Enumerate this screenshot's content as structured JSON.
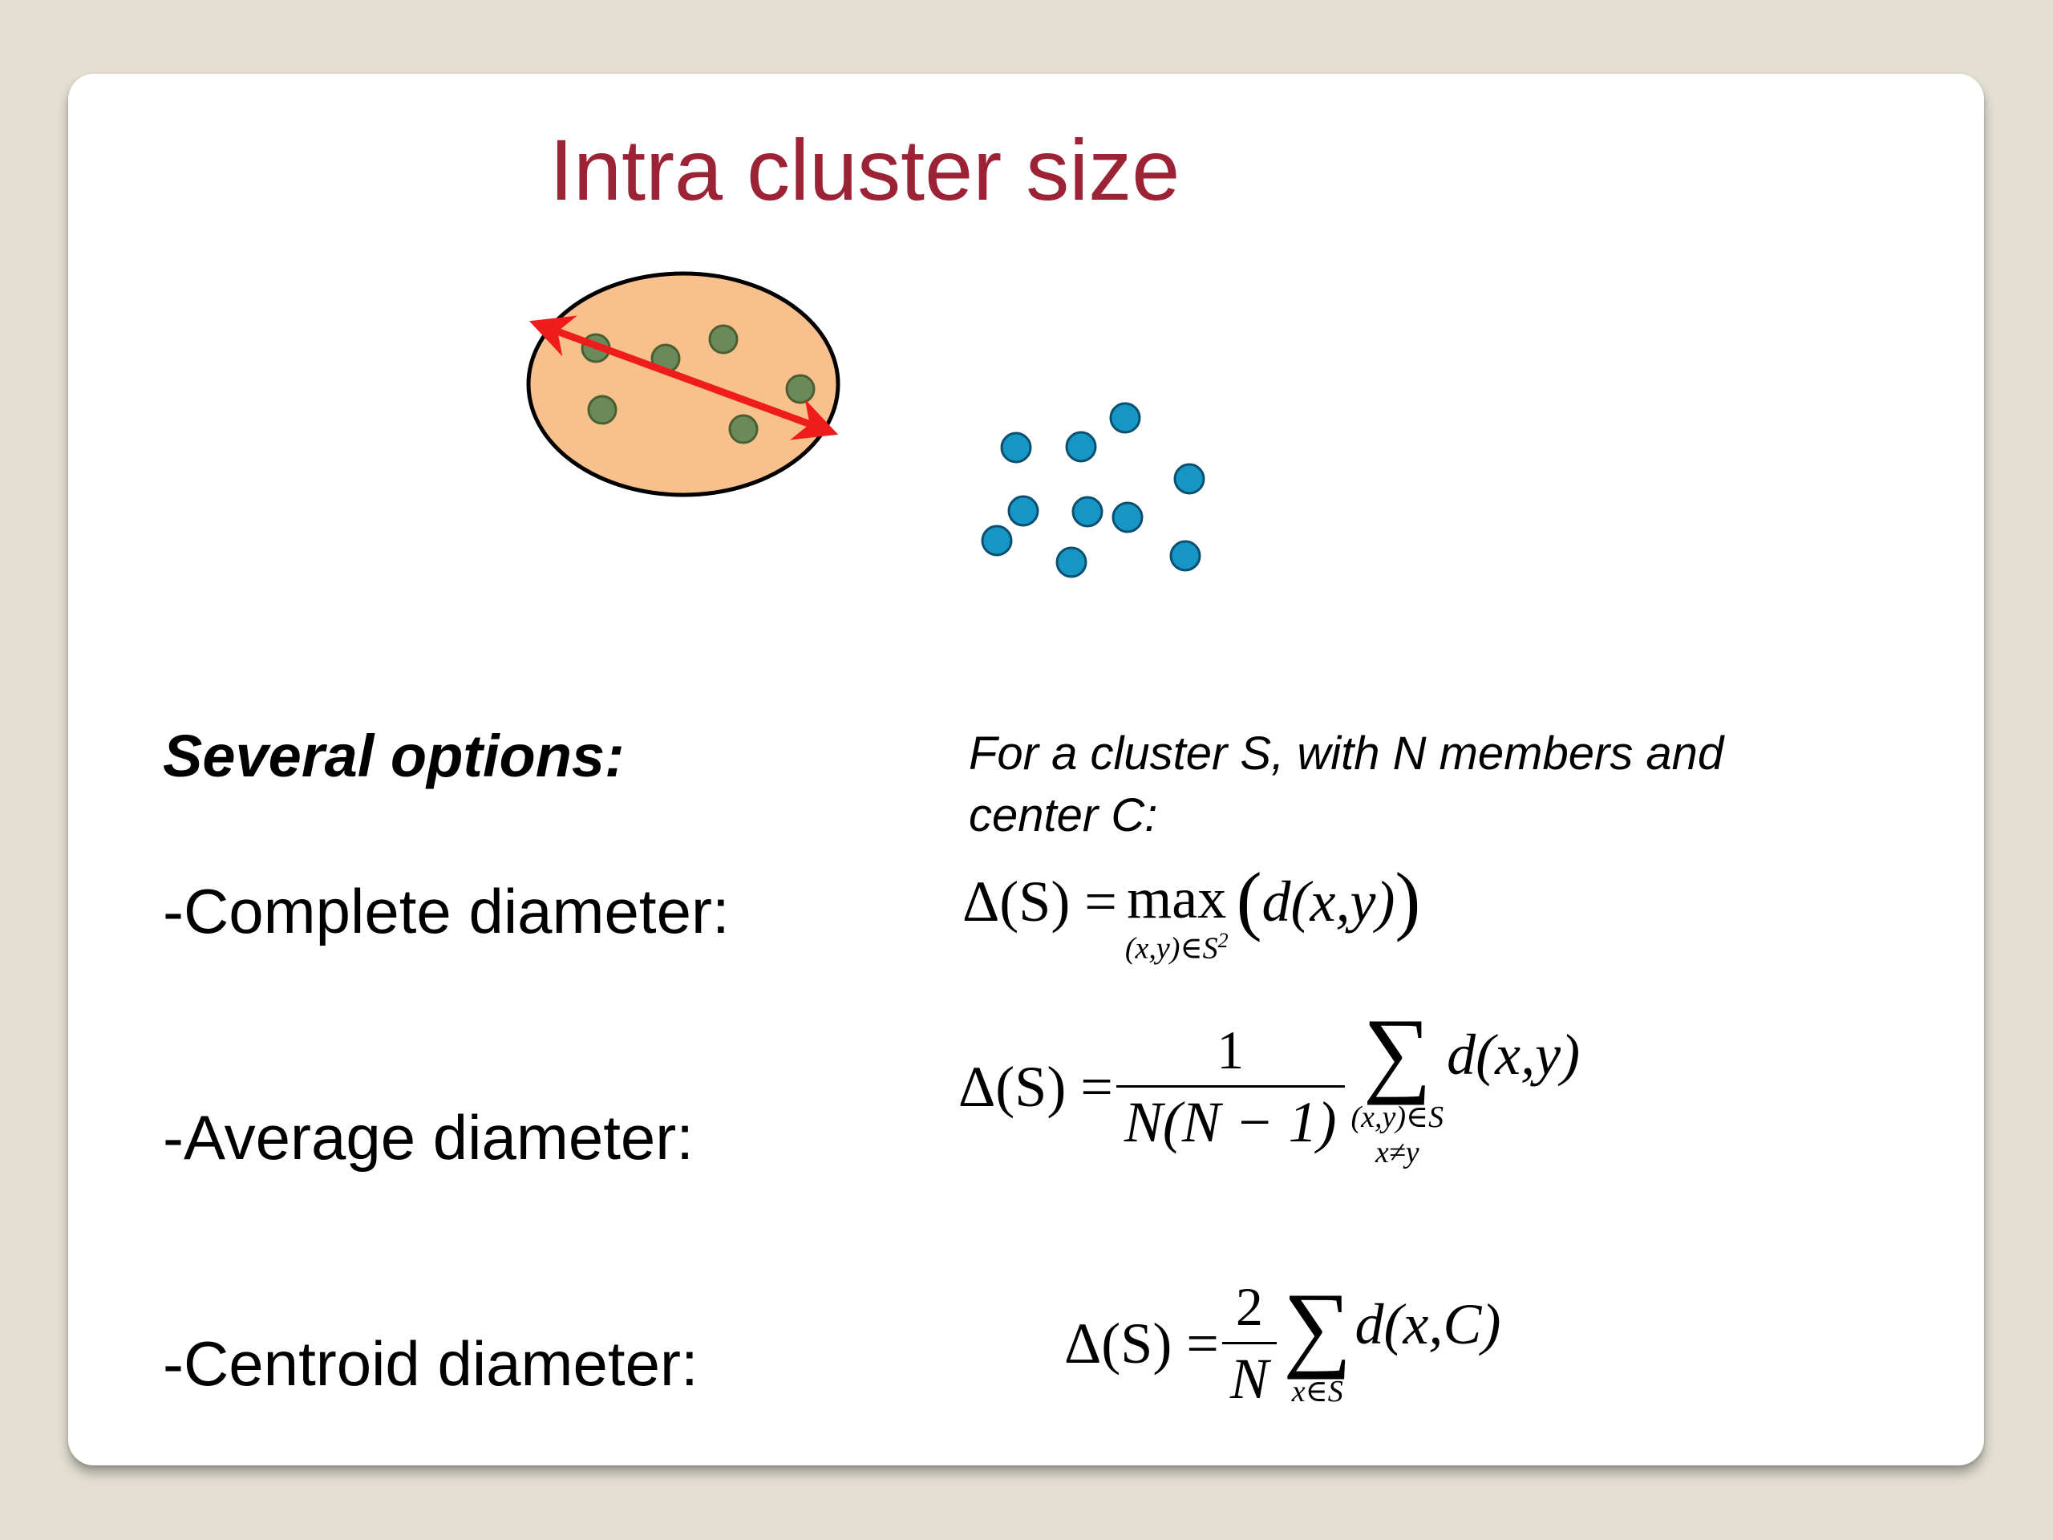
{
  "slide": {
    "title": "Intra cluster size",
    "colors": {
      "title": "#9b2335",
      "cluster_fill": "#f7c08c",
      "cluster_point": "#6b8a5c",
      "other_point": "#1596c4",
      "arrow": "#ee1c1c"
    },
    "options_heading": "Several options:",
    "note": "For a cluster S, with N members and center C:",
    "options": [
      {
        "label": "-Complete diameter:"
      },
      {
        "label": "-Average diameter:"
      },
      {
        "label": "-Centroid diameter:"
      }
    ],
    "formulas": {
      "complete": {
        "lhs": "Δ(S) =",
        "op": "max",
        "op_sub": "(x,y)∈S",
        "op_sup": "2",
        "body": "d(x,y)"
      },
      "average": {
        "lhs": "Δ(S) =",
        "num": "1",
        "den": "N(N − 1)",
        "sigma": "∑",
        "sub1": "(x,y)∈S",
        "sub2": "x≠y",
        "body": "d(x,y)"
      },
      "centroid": {
        "lhs": "Δ(S) =",
        "num": "2",
        "den": "N",
        "sigma": "∑",
        "sub": "x∈S",
        "body": "d(x,C)"
      }
    }
  }
}
